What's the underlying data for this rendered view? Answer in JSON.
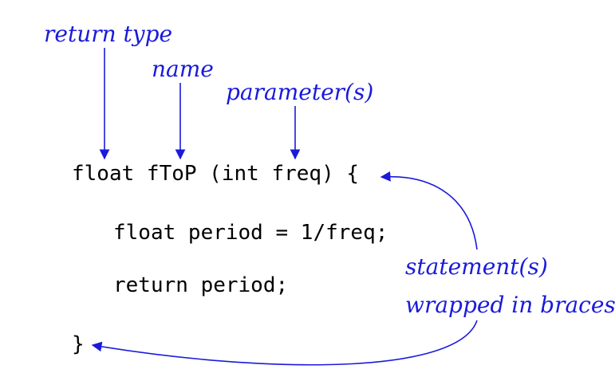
{
  "code_lines": [
    "float fToP (int freq) {",
    "float period = 1/freq;",
    "return period;",
    "}"
  ],
  "annotations": {
    "return_type": "return type",
    "name": "name",
    "parameters": "parameter(s)",
    "statements_line1": "statement(s)",
    "statements_line2": "wrapped in braces"
  },
  "colors": {
    "annotation": "#1a1adb",
    "code": "#000000",
    "background": "#ffffff"
  }
}
